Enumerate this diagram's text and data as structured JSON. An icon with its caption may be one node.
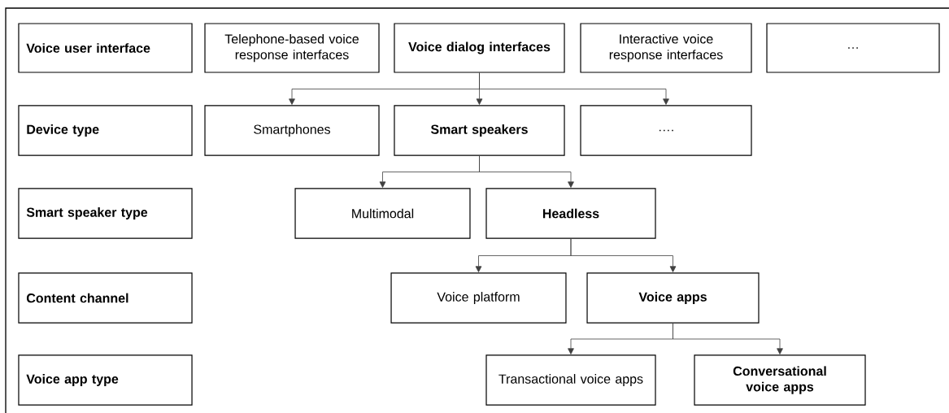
{
  "diagram": {
    "nodes": [
      {
        "text": [
          "Voice user interface"
        ]
      },
      {
        "text": [
          "Telephone-based voice response interfaces"
        ]
      },
      {
        "text": [
          "Voice dialog interfaces"
        ]
      },
      {
        "text": [
          "Interactive voice response interfaces"
        ]
      },
      {
        "text": [
          "…"
        ]
      },
      {
        "text": [
          "Device type"
        ]
      },
      {
        "text": [
          "Smartphones"
        ]
      },
      {
        "text": [
          "Smart speakers"
        ]
      },
      {
        "text": [
          "…."
        ]
      },
      {
        "text": [
          "Smart speaker type"
        ]
      },
      {
        "text": [
          "Multimodal"
        ]
      },
      {
        "text": [
          "Headless"
        ]
      },
      {
        "text": [
          "Content channel"
        ]
      },
      {
        "text": [
          "Voice platform"
        ]
      },
      {
        "text": [
          "Voice apps"
        ]
      },
      {
        "text": [
          "Voice app type"
        ]
      },
      {
        "text": [
          "Transactional voice apps"
        ]
      },
      {
        "text": [
          "Conversational voice apps"
        ]
      }
    ],
    "edges": [
      {
        "from": 2,
        "to": 6,
        "arrow": "to"
      },
      {
        "from": 2,
        "to": 7,
        "arrow": "to"
      },
      {
        "from": 2,
        "to": 8,
        "arrow": "to"
      },
      {
        "from": 7,
        "to": 10,
        "arrow": "to"
      },
      {
        "from": 7,
        "to": 11,
        "arrow": "to"
      },
      {
        "from": 11,
        "to": 13,
        "arrow": "to"
      },
      {
        "from": 11,
        "to": 14,
        "arrow": "to"
      },
      {
        "from": 14,
        "to": 16,
        "arrow": "to"
      },
      {
        "from": 14,
        "to": 17,
        "arrow": "to"
      }
    ]
  }
}
